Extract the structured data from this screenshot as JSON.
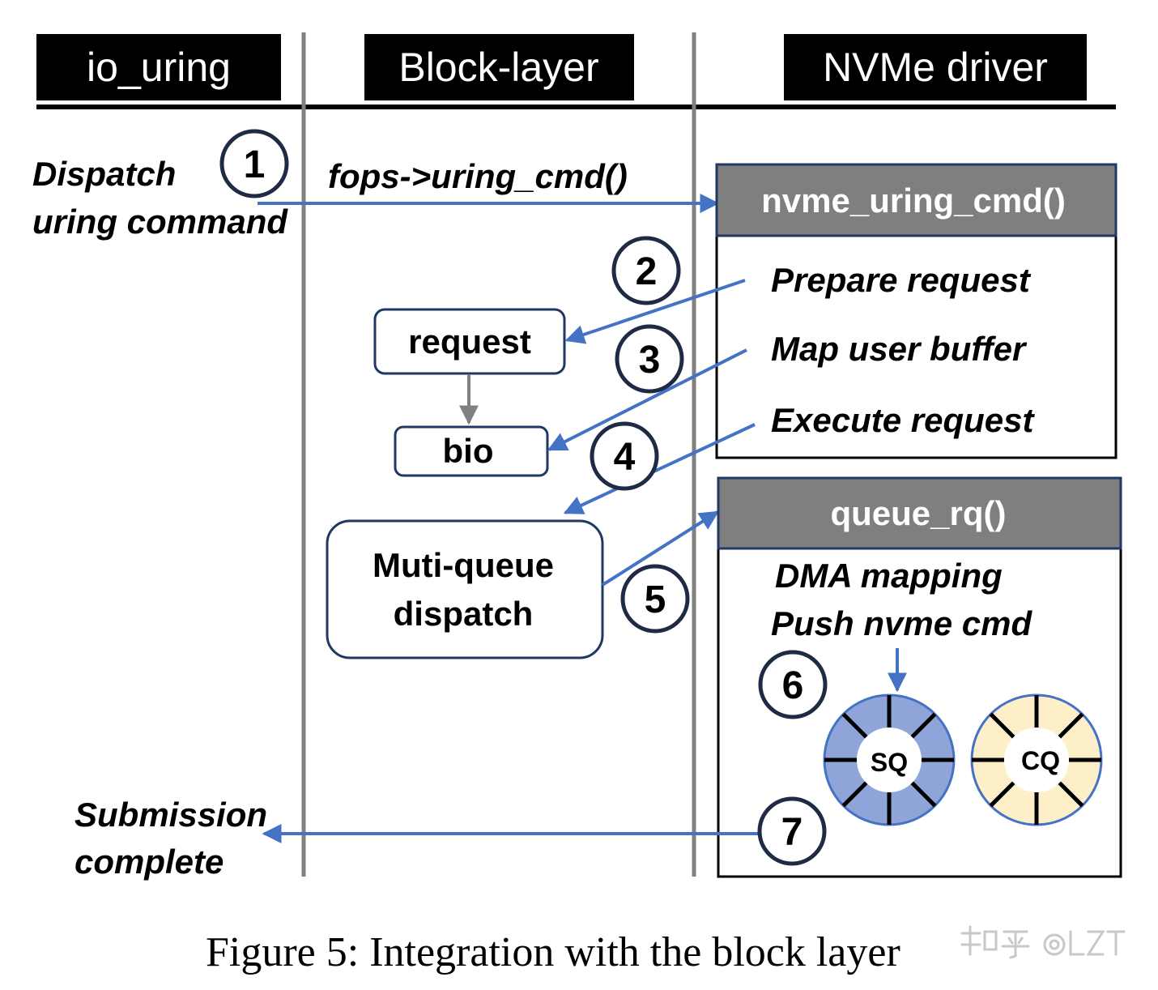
{
  "lanes": {
    "io_uring": "io_uring",
    "block_layer": "Block-layer",
    "nvme_driver": "NVMe driver"
  },
  "labels": {
    "dispatch_line1": "Dispatch",
    "dispatch_line2": "uring command",
    "fops": "fops->uring_cmd()",
    "submission_line1": "Submission",
    "submission_line2": "complete"
  },
  "block_layer": {
    "request": "request",
    "bio": "bio",
    "mq_line1": "Muti-queue",
    "mq_line2": "dispatch"
  },
  "nvme_uring_cmd": {
    "title": "nvme_uring_cmd()",
    "steps": [
      "Prepare request",
      "Map user buffer",
      "Execute request"
    ]
  },
  "queue_rq": {
    "title": "queue_rq()",
    "steps": [
      "DMA mapping",
      "Push nvme cmd"
    ],
    "sq": "SQ",
    "cq": "CQ"
  },
  "steps": [
    "1",
    "2",
    "3",
    "4",
    "5",
    "6",
    "7"
  ],
  "caption": "Figure 5: Integration with the block layer",
  "watermark": "知乎 @LZT",
  "colors": {
    "arrow": "#4472c4",
    "function_header": "#7f7f7f",
    "sq_fill": "#8fa5d9",
    "cq_fill": "#fdf0c8",
    "lane_divider": "#808080"
  }
}
